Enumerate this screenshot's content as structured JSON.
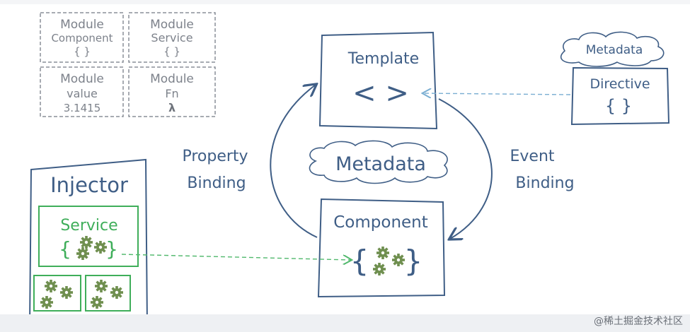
{
  "modules": {
    "component": {
      "line1": "Module",
      "line2": "Component",
      "line3": "{ }"
    },
    "service": {
      "line1": "Module",
      "line2": "Service",
      "line3": "{ }"
    },
    "value": {
      "line1": "Module",
      "line2": "value",
      "line3": "3.1415"
    },
    "fn": {
      "line1": "Module",
      "line2": "Fn",
      "line3": "λ"
    }
  },
  "template": {
    "title": "Template",
    "symbol": "< >"
  },
  "directive": {
    "cloud": "Metadata",
    "title": "Directive",
    "symbol": "{ }"
  },
  "center_cloud": "Metadata",
  "component": {
    "title": "Component"
  },
  "injector": {
    "title": "Injector",
    "service_label": "Service"
  },
  "labels": {
    "property_line1": "Property",
    "property_line2": "Binding",
    "event_line1": "Event",
    "event_line2": "Binding"
  },
  "watermark": "@稀土掘金技术社区",
  "colors": {
    "blue": "#3f5e86",
    "gray": "#8a8f98",
    "green": "#3fae5a",
    "gear": "#6f8f4f",
    "dash_blue": "#7aaed2",
    "dash_green": "#50b86c"
  }
}
